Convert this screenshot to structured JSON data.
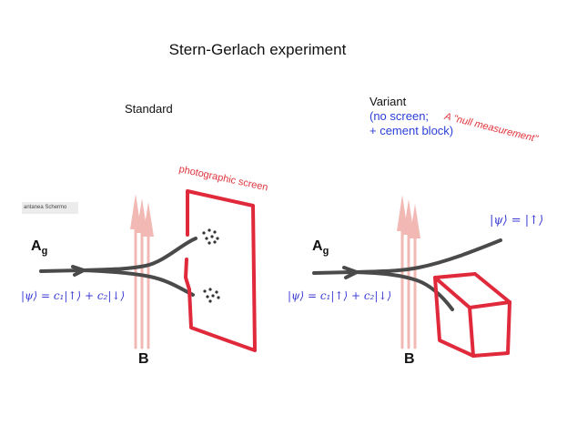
{
  "title": "Stern-Gerlach experiment",
  "standard": {
    "label": "Standard",
    "screen_label": "photographic screen",
    "atom_label": "A",
    "atom_sub": "g",
    "field_label": "B",
    "state": "|ψ⟩ = c₁|↑⟩ + c₂|↓⟩",
    "snippet_text": "antanea Schermo"
  },
  "variant": {
    "line1": "Variant",
    "line2": "(no screen;",
    "line3": "+ cement block)",
    "note": "A \"null measurement\"",
    "atom_label": "A",
    "atom_sub": "g",
    "field_label": "B",
    "state": "|ψ⟩ = c₁|↑⟩ + c₂|↓⟩",
    "up_state": "|ψ⟩ = |↑⟩"
  },
  "colors": {
    "beam": "#4a4a4a",
    "screen": "#e02a3c",
    "field_arrows": "#f2b8b4",
    "blue_text": "#2a3fd8",
    "red_text": "#e0323a"
  }
}
